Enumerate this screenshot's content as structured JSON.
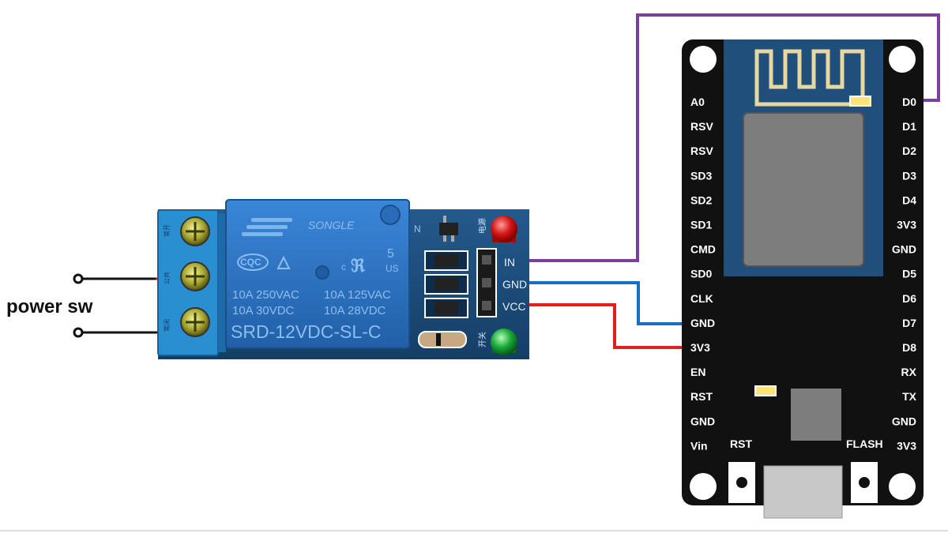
{
  "switch_label": "power sw",
  "relay": {
    "brand": "SONGLE",
    "logo_text": "CQC",
    "model": "SRD-12VDC-SL-C",
    "rating_5": "5",
    "rating_us": "US",
    "rating_c": "c",
    "ratings": [
      "10A 250VAC",
      "10A 125VAC",
      "10A 30VDC",
      "10A 28VDC"
    ],
    "pins": [
      "IN",
      "GND",
      "VCC"
    ],
    "pcb_marks": [
      "电源",
      "开关"
    ],
    "terminal_marks": [
      "常开",
      "公共",
      "常闭"
    ],
    "n_mark": "N"
  },
  "board": {
    "left_pins": [
      "A0",
      "RSV",
      "RSV",
      "SD3",
      "SD2",
      "SD1",
      "CMD",
      "SD0",
      "CLK",
      "GND",
      "3V3",
      "EN",
      "RST",
      "GND",
      "Vin"
    ],
    "right_pins": [
      "D0",
      "D1",
      "D2",
      "D3",
      "D4",
      "3V3",
      "GND",
      "D5",
      "D6",
      "D7",
      "D8",
      "RX",
      "TX",
      "GND",
      "3V3"
    ],
    "rst_label": "RST",
    "flash_label": "FLASH"
  },
  "colors": {
    "wire_in_d0": "#7b3fa0",
    "wire_gnd": "#1a6fc4",
    "wire_vcc": "#e02020",
    "switch_wire": "#111111",
    "switch_mark": "#cc0000",
    "board_body": "#111111",
    "module": "#1f4f7a",
    "relay_blue": "#2a6fc0",
    "terminal": "#2a8fd0"
  }
}
